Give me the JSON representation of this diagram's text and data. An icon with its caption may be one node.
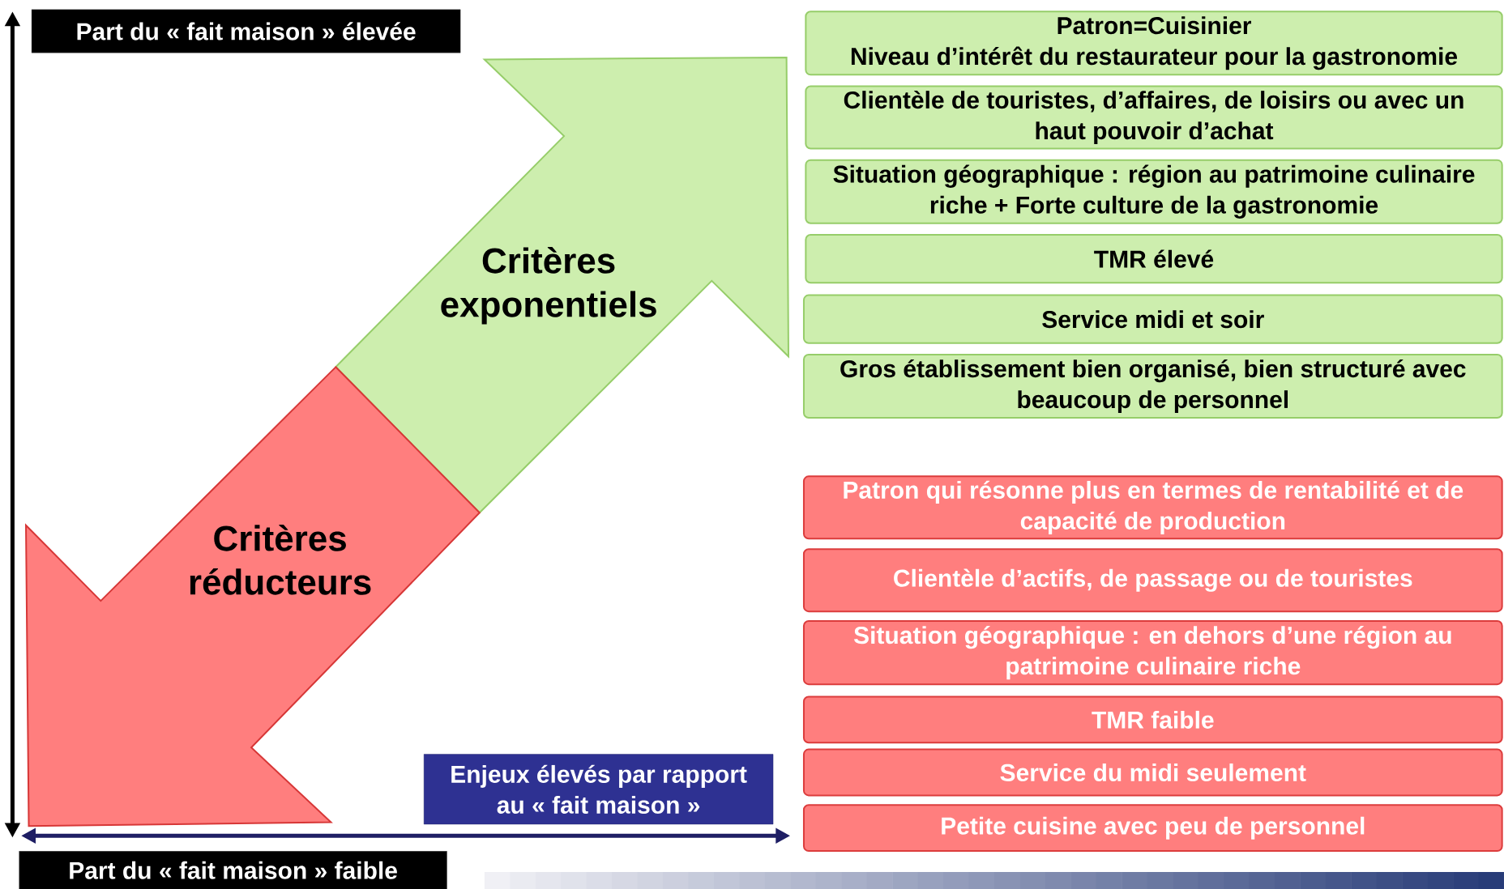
{
  "diagram": {
    "nodes": [
      {
        "text": [
          "Part du « fait maison » élevée"
        ]
      },
      {
        "text": [
          "Part du « fait maison » faible"
        ]
      },
      {
        "text": [
          "Enjeux élevés par rapport au « fait maison »"
        ]
      },
      {
        "text": [
          "Critères exponentiels"
        ]
      },
      {
        "text": [
          "Critères réducteurs"
        ]
      },
      {
        "text": [
          "Patron=Cuisinier",
          "Niveau d’intérêt du restaurateur pour la gastronomie"
        ]
      },
      {
        "text": [
          "Clientèle de touristes, d’affaires, de loisirs ou avec un haut pouvoir d’achat"
        ]
      },
      {
        "text": [
          "Situation géographique : région au patrimoine culinaire riche + Forte culture de la gastronomie"
        ]
      },
      {
        "text": [
          "TMR élevé"
        ]
      },
      {
        "text": [
          "Service midi et soir"
        ]
      },
      {
        "text": [
          "Gros établissement bien organisé, bien structuré avec beaucoup de personnel"
        ]
      },
      {
        "text": [
          "Patron qui résonne plus en termes de rentabilité et de capacité de production"
        ]
      },
      {
        "text": [
          "Clientèle d’actifs, de passage ou de touristes"
        ]
      },
      {
        "text": [
          "Situation géographique : en dehors d’une région au patrimoine culinaire riche"
        ]
      },
      {
        "text": [
          "TMR faible"
        ]
      },
      {
        "text": [
          "Service du midi seulement"
        ]
      },
      {
        "text": [
          "Petite cuisine avec peu de personnel"
        ]
      }
    ]
  }
}
